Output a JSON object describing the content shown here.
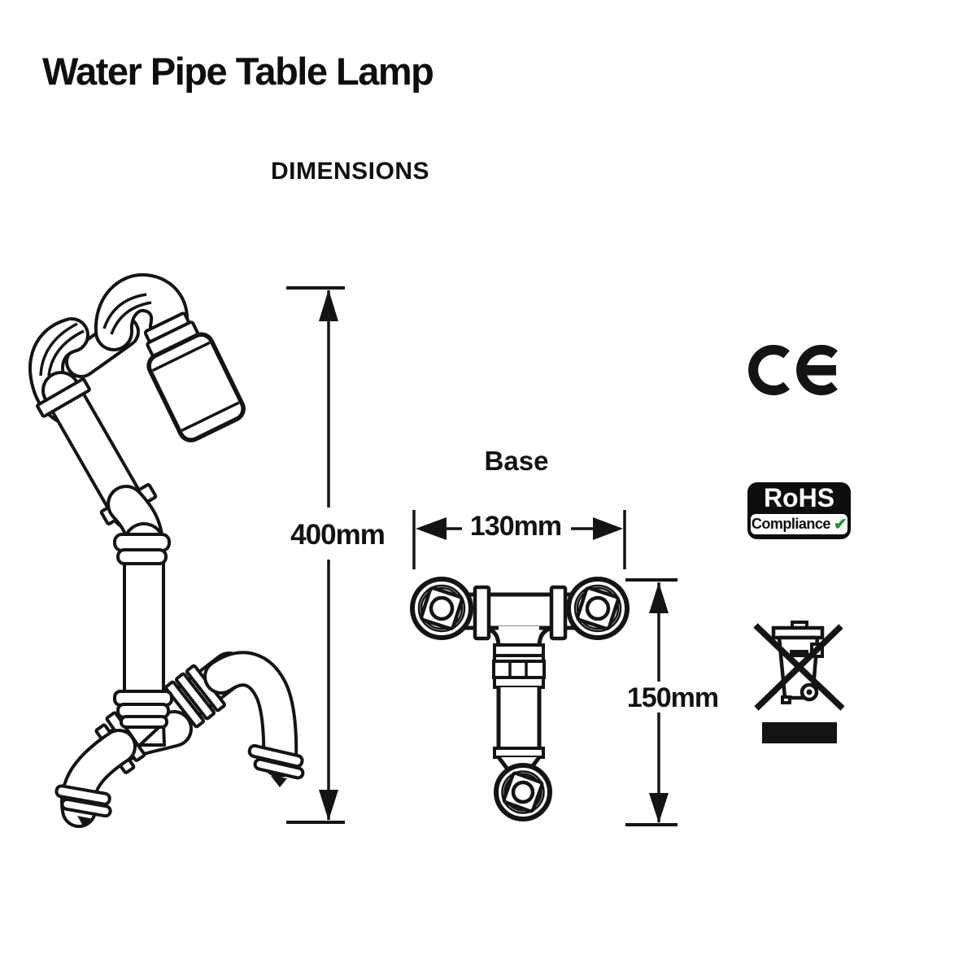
{
  "page": {
    "title": "Water Pipe Table Lamp",
    "section_heading": "DIMENSIONS"
  },
  "dimensions": {
    "height": {
      "label": "400mm"
    },
    "base_title": "Base",
    "base_width": {
      "label": "130mm"
    },
    "base_depth": {
      "label": "150mm"
    }
  },
  "illustrations": {
    "lamp": "water-pipe-table-lamp-line-drawing",
    "base": "pipe-tee-base-top-view-line-drawing"
  },
  "certifications": {
    "ce": {
      "label": "CE"
    },
    "rohs": {
      "title": "RoHS",
      "subtitle": "Compliance",
      "check_icon": "✔",
      "check_color": "#259330"
    },
    "weee": {
      "icon": "crossed-out-wheelie-bin"
    }
  },
  "colors": {
    "ink": "#141414",
    "background": "#ffffff"
  }
}
